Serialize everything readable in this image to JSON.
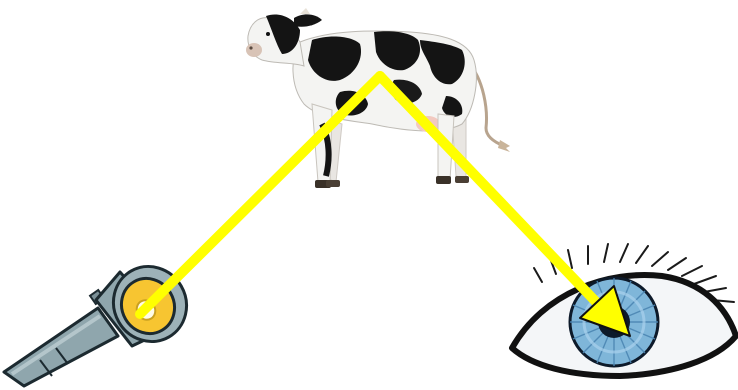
{
  "diagram": {
    "subjects": [
      "flashlight",
      "cow",
      "eye"
    ],
    "light_path": {
      "color": "#ffff00",
      "from": "flashlight",
      "via": "cow",
      "to": "eye"
    },
    "icons": {
      "light_source": "flashlight-icon",
      "object": "cow-icon",
      "observer": "eye-icon"
    },
    "colors": {
      "ray": "#ffff00",
      "flashlight_body": "#8fa6ad",
      "flashlight_lens": "#f7c531",
      "iris": "#7fb6d9",
      "pupil": "#0d1a2a"
    }
  }
}
